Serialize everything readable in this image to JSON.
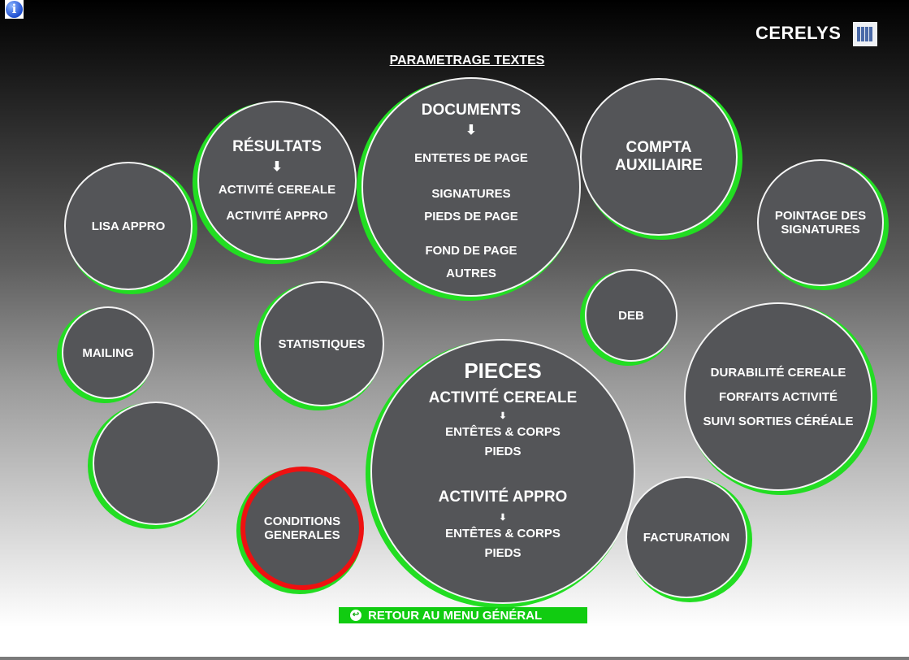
{
  "header": {
    "brand": "CERELYS",
    "title": "PARAMETRAGE TEXTES",
    "info_icon": "info-icon",
    "building_icon": "building-icon"
  },
  "circles": {
    "resultats": {
      "title": "RÉSULTATS",
      "items": [
        "ACTIVITÉ CEREALE",
        "ACTIVITÉ APPRO"
      ]
    },
    "documents": {
      "title": "DOCUMENTS",
      "items": [
        "ENTETES DE PAGE",
        "SIGNATURES",
        "PIEDS DE PAGE",
        "FOND DE PAGE",
        "AUTRES"
      ]
    },
    "compta": {
      "title": "COMPTA AUXILIAIRE"
    },
    "lisa": {
      "title": "LISA APPRO"
    },
    "pointage": {
      "title": "POINTAGE DES SIGNATURES"
    },
    "mailing": {
      "title": "MAILING"
    },
    "statistiques": {
      "title": "STATISTIQUES"
    },
    "deb": {
      "title": "DEB"
    },
    "durabilite": {
      "items": [
        "DURABILITÉ CEREALE",
        "FORFAITS ACTIVITÉ",
        "SUIVI SORTIES CÉRÉALE"
      ]
    },
    "pieces": {
      "title": "PIECES",
      "cereale": {
        "title": "ACTIVITÉ CEREALE",
        "items": [
          "ENTÊTES & CORPS",
          "PIEDS"
        ]
      },
      "appro": {
        "title": "ACTIVITÉ APPRO",
        "items": [
          "ENTÊTES & CORPS",
          "PIEDS"
        ]
      }
    },
    "conditions": {
      "title": "CONDITIONS GENERALES"
    },
    "facturation": {
      "title": "FACTURATION"
    }
  },
  "footer": {
    "return_label": "RETOUR AU MENU GÉNÉRAL"
  },
  "colors": {
    "circle": "#545558",
    "green": "#22dd22",
    "red": "#ee1111",
    "button": "#11cc11"
  }
}
